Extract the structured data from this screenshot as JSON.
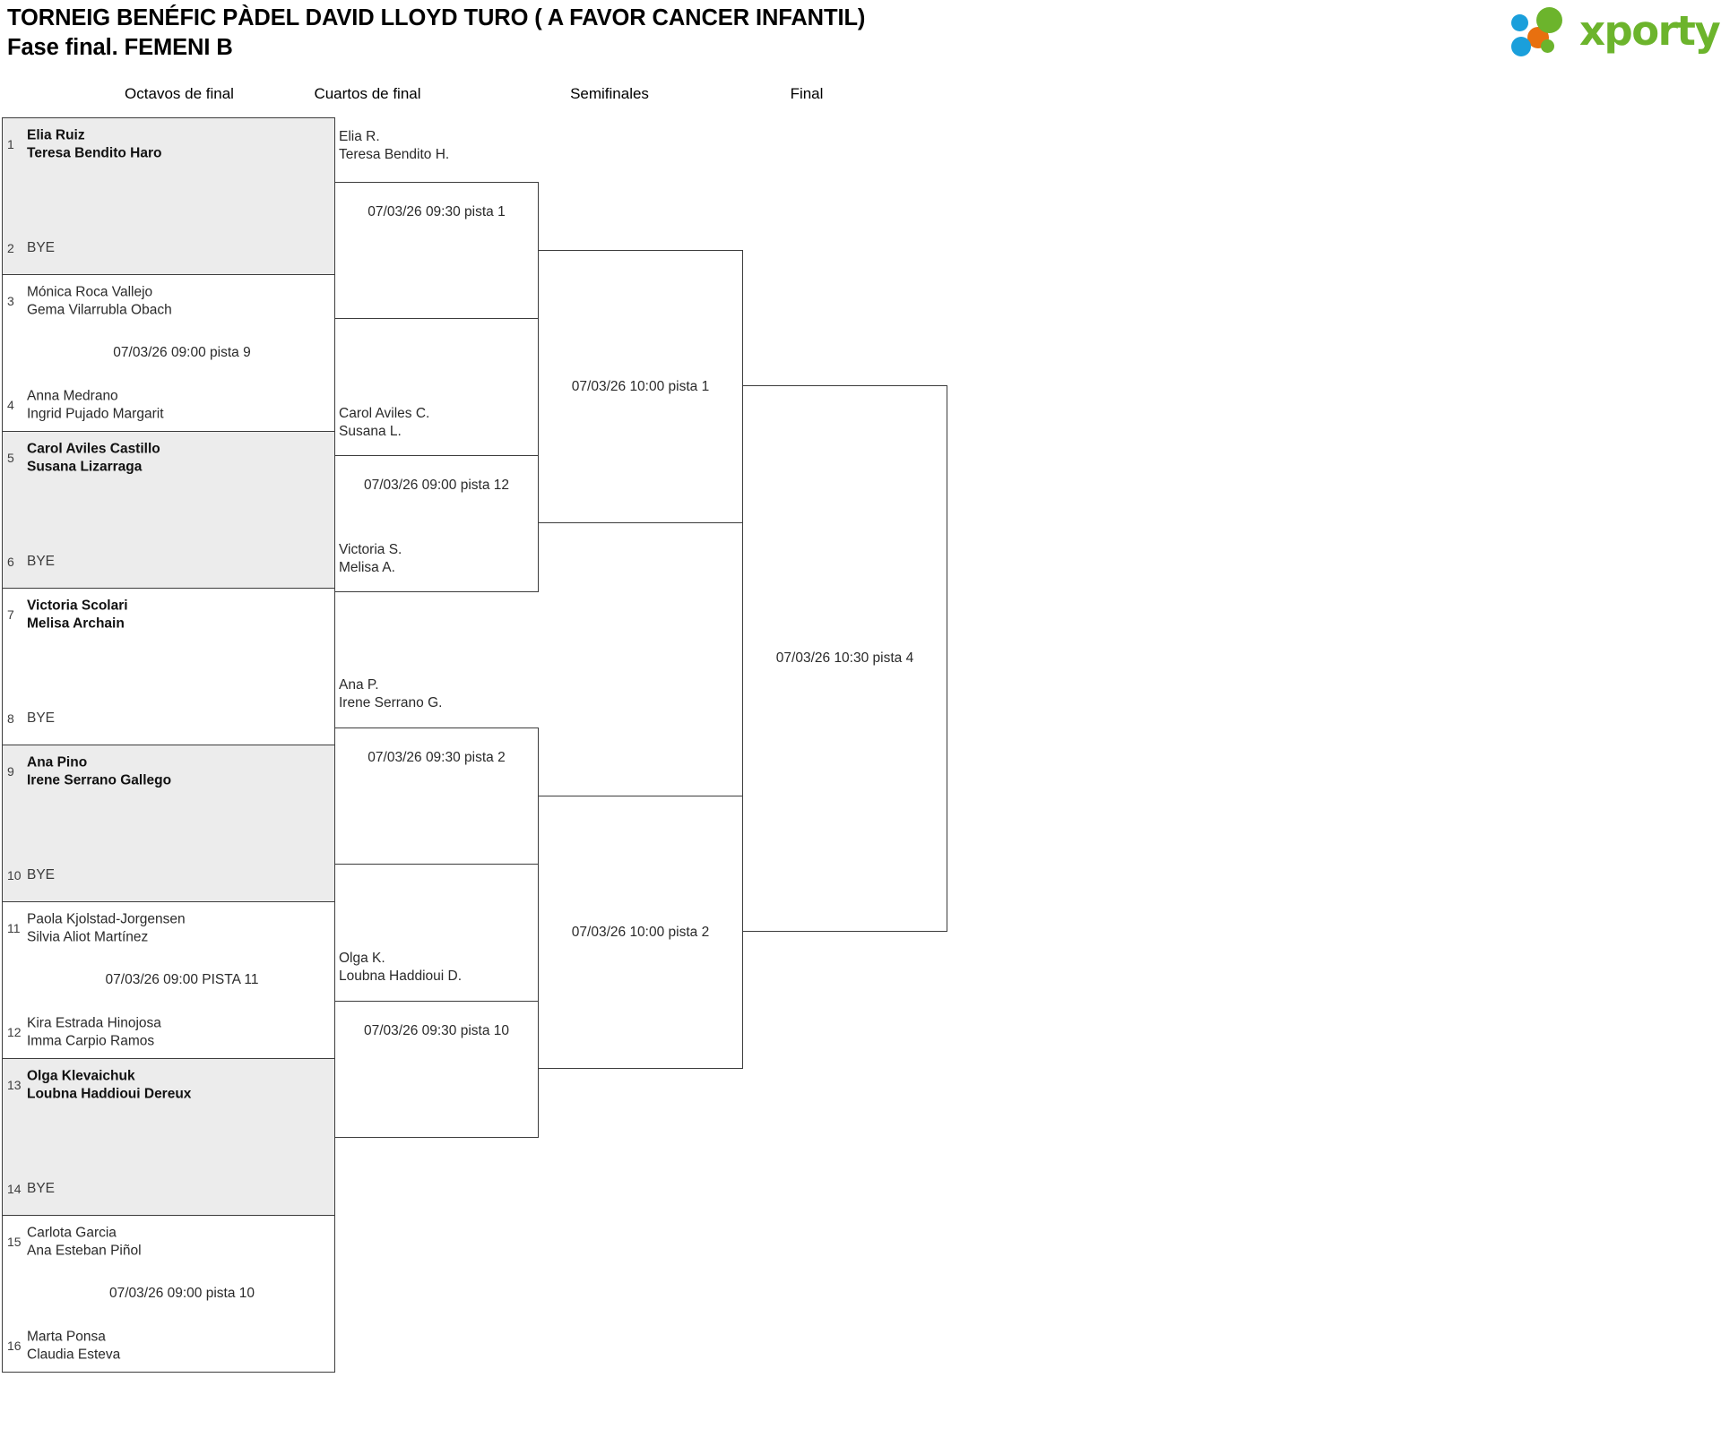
{
  "header": {
    "title_line1": "TORNEIG BENÉFIC PÀDEL DAVID LLOYD TURO ( A FAVOR CANCER INFANTIL)",
    "title_line2": "Fase final. FEMENI B",
    "logo_text": "xporty",
    "logo_colors": {
      "blue": "#1a9fdb",
      "orange": "#e8700f",
      "green": "#6cb42c"
    }
  },
  "rounds": [
    {
      "id": "round-of-16",
      "label": "Octavos de final"
    },
    {
      "id": "quarterfinals",
      "label": "Cuartos de final"
    },
    {
      "id": "semifinals",
      "label": "Semifinales"
    },
    {
      "id": "final",
      "label": "Final"
    }
  ],
  "bracket": {
    "round_of_16": [
      {
        "shaded": true,
        "top": {
          "seed": "1",
          "line1": "Elia Ruiz",
          "line2": "Teresa Bendito Haro",
          "bold": true,
          "bye": false
        },
        "bottom": {
          "seed": "2",
          "line1": "BYE",
          "line2": "",
          "bold": false,
          "bye": true
        },
        "match": ""
      },
      {
        "shaded": false,
        "top": {
          "seed": "3",
          "line1": "Mónica Roca Vallejo",
          "line2": "Gema Vilarrubla Obach",
          "bold": false,
          "bye": false
        },
        "bottom": {
          "seed": "4",
          "line1": "Anna Medrano",
          "line2": "Ingrid Pujado Margarit",
          "bold": false,
          "bye": false
        },
        "match": "07/03/26 09:00 pista 9"
      },
      {
        "shaded": true,
        "top": {
          "seed": "5",
          "line1": "Carol Aviles Castillo",
          "line2": "Susana Lizarraga",
          "bold": true,
          "bye": false
        },
        "bottom": {
          "seed": "6",
          "line1": "BYE",
          "line2": "",
          "bold": false,
          "bye": true
        },
        "match": ""
      },
      {
        "shaded": false,
        "top": {
          "seed": "7",
          "line1": "Victoria Scolari",
          "line2": "Melisa Archain",
          "bold": true,
          "bye": false
        },
        "bottom": {
          "seed": "8",
          "line1": "BYE",
          "line2": "",
          "bold": false,
          "bye": true
        },
        "match": ""
      },
      {
        "shaded": true,
        "top": {
          "seed": "9",
          "line1": "Ana Pino",
          "line2": "Irene Serrano Gallego",
          "bold": true,
          "bye": false
        },
        "bottom": {
          "seed": "10",
          "line1": "BYE",
          "line2": "",
          "bold": false,
          "bye": true
        },
        "match": ""
      },
      {
        "shaded": false,
        "top": {
          "seed": "11",
          "line1": "Paola Kjolstad-Jorgensen",
          "line2": "Silvia Aliot Martínez",
          "bold": false,
          "bye": false
        },
        "bottom": {
          "seed": "12",
          "line1": "Kira Estrada Hinojosa",
          "line2": "Imma Carpio Ramos",
          "bold": false,
          "bye": false
        },
        "match": "07/03/26 09:00 PISTA 11"
      },
      {
        "shaded": true,
        "top": {
          "seed": "13",
          "line1": "Olga Klevaichuk",
          "line2": "Loubna Haddioui Dereux",
          "bold": true,
          "bye": false
        },
        "bottom": {
          "seed": "14",
          "line1": "BYE",
          "line2": "",
          "bold": false,
          "bye": true
        },
        "match": ""
      },
      {
        "shaded": false,
        "top": {
          "seed": "15",
          "line1": "Carlota Garcia",
          "line2": "Ana Esteban Piñol",
          "bold": false,
          "bye": false
        },
        "bottom": {
          "seed": "16",
          "line1": "Marta Ponsa",
          "line2": "Claudia Esteva",
          "bold": false,
          "bye": false
        },
        "match": "07/03/26 09:00 pista 10"
      }
    ],
    "quarterfinals": [
      {
        "line1": "Elia R.",
        "line2": "Teresa Bendito H.",
        "match": "07/03/26 09:30 pista 1"
      },
      {
        "line1": "Carol Aviles C.",
        "line2": "Susana L.",
        "match": "07/03/26 09:00 pista 12"
      },
      {
        "line1": "Ana P.",
        "line2": "Irene Serrano G.",
        "match": "07/03/26 09:30 pista 2"
      },
      {
        "line1": "Olga K.",
        "line2": "Loubna Haddioui D.",
        "match": "07/03/26 09:30 pista 10"
      }
    ],
    "quarterfinal_lower_labels": [
      {
        "line1": "Victoria S.",
        "line2": "Melisa A."
      }
    ],
    "semifinals": [
      {
        "match": "07/03/26 10:00 pista 1"
      },
      {
        "match": "07/03/26 10:00 pista 2"
      }
    ],
    "final": [
      {
        "match": "07/03/26 10:30 pista 4"
      }
    ]
  }
}
